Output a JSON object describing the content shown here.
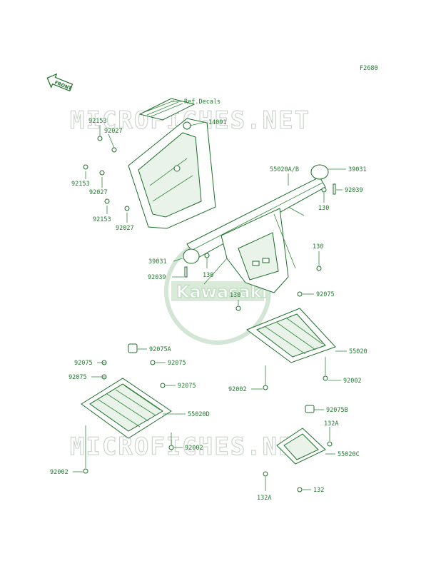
{
  "figure_id": "F2680",
  "front_badge": "FRONT",
  "watermark_text": "MICROFICHES.NET",
  "logo_text": "Kawasaki",
  "colors": {
    "line": "#2e8b3a",
    "watermark": "#c9d2c9"
  },
  "callouts": [
    "Ref.Decals",
    "14091",
    "92153",
    "92027",
    "92153",
    "92027",
    "92153",
    "92027",
    "55020A/B",
    "39031",
    "92039",
    "130",
    "130",
    "39031",
    "92039",
    "130",
    "130",
    "92075",
    "55020",
    "92002",
    "92002",
    "92075A",
    "92075",
    "92075",
    "92075",
    "92075",
    "55020D",
    "92002",
    "92002",
    "92075B",
    "132A",
    "55020C",
    "132A",
    "132"
  ]
}
